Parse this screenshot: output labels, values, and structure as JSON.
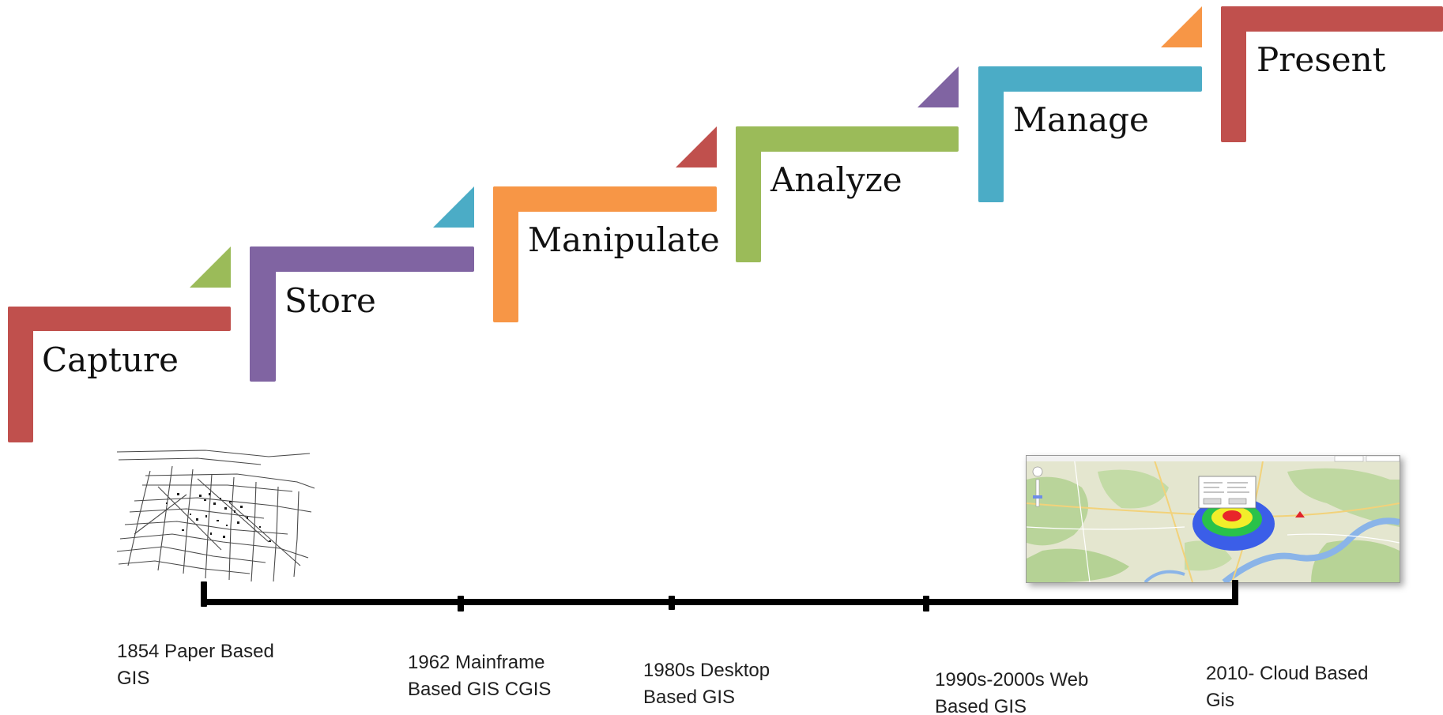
{
  "stairs": [
    {
      "label": "Capture",
      "color": "#c0504d",
      "accent_color": null
    },
    {
      "label": "Store",
      "color": "#8064a2",
      "accent_color": "#9bbb59"
    },
    {
      "label": "Manipulate",
      "color": "#f79646",
      "accent_color": "#4bacc6"
    },
    {
      "label": "Analyze",
      "color": "#9bbb59",
      "accent_color": "#c0504d"
    },
    {
      "label": "Manage",
      "color": "#4bacc6",
      "accent_color": "#8064a2"
    },
    {
      "label": "Present",
      "color": "#c0504d",
      "accent_color": "#f79646"
    }
  ],
  "timeline": {
    "milestones": [
      {
        "lines": [
          "1854 Paper Based",
          "GIS"
        ]
      },
      {
        "lines": [
          "1962 Mainframe",
          "Based GIS CGIS"
        ]
      },
      {
        "lines": [
          "1980s Desktop",
          "Based GIS"
        ]
      },
      {
        "lines": [
          "1990s-2000s Web",
          "Based GIS"
        ]
      },
      {
        "lines": [
          "2010- Cloud Based",
          "Gis"
        ]
      }
    ]
  },
  "icons": {
    "paper_map": "hand-drawn-street-map-icon",
    "cloud_map": "web-map-heatmap-icon"
  }
}
